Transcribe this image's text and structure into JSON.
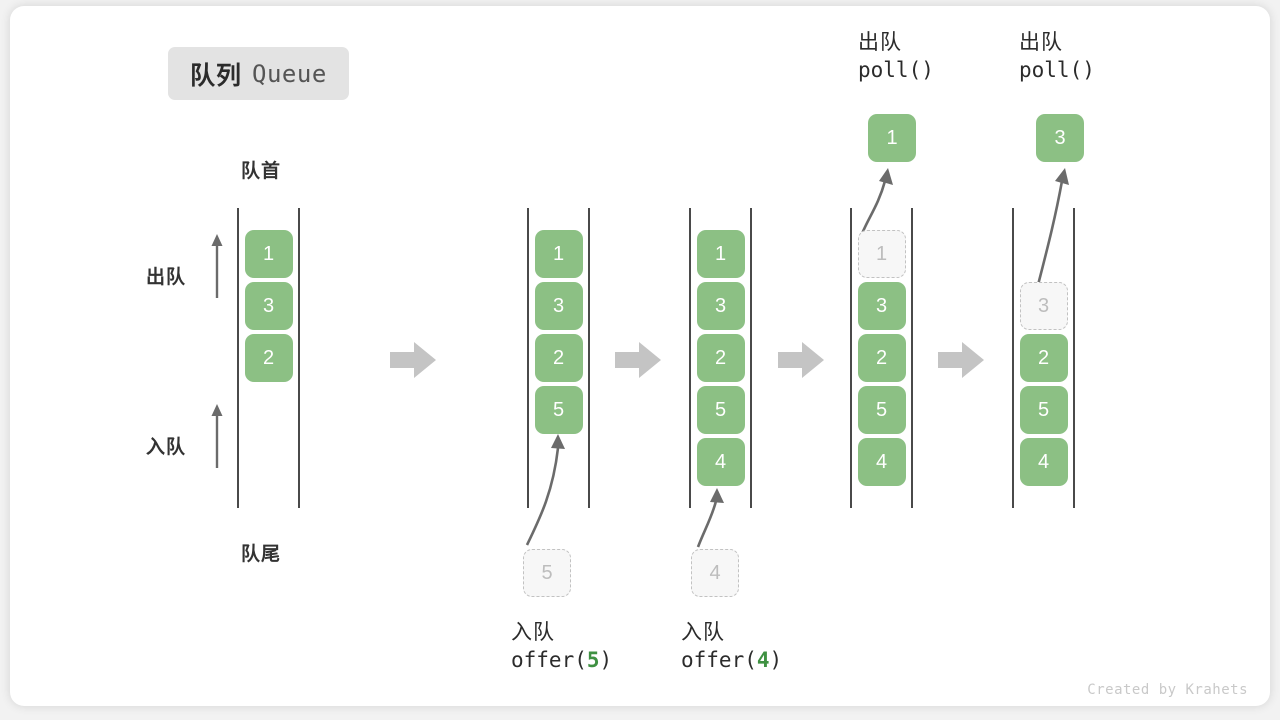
{
  "title": {
    "cn": "队列",
    "en": "Queue"
  },
  "credit": "Created by Krahets",
  "labels": {
    "head": "队首",
    "tail": "队尾",
    "dequeue": "出队",
    "enqueue": "入队"
  },
  "colors": {
    "cell_fill": "#8cc084",
    "cell_text": "#ffffff",
    "ghost_fill": "#f7f7f7",
    "ghost_border": "#c2c2c2",
    "ghost_text": "#bdbdbd",
    "rail": "#4a4a4a",
    "step_arrow": "#c4c4c4",
    "badge_bg": "#e3e3e3",
    "accent_green": "#3f9142",
    "credit": "#c9c9c9"
  },
  "chart_data": {
    "type": "diagram",
    "title": "队列 Queue",
    "description": "Queue operations: offer(5), offer(4), poll(), poll()",
    "stages": [
      {
        "id": "stage-1",
        "cells": [
          "1",
          "3",
          "2"
        ],
        "ghost_index": -1,
        "pending": null,
        "popped": null,
        "caption_cn": null,
        "caption_code": null
      },
      {
        "id": "stage-2",
        "cells": [
          "1",
          "3",
          "2",
          "5"
        ],
        "ghost_index": -1,
        "pending": "5",
        "popped": null,
        "caption_cn": "入队",
        "caption_code": "offer(",
        "caption_arg": "5",
        "caption_close": ")"
      },
      {
        "id": "stage-3",
        "cells": [
          "1",
          "3",
          "2",
          "5",
          "4"
        ],
        "ghost_index": -1,
        "pending": "4",
        "popped": null,
        "caption_cn": "入队",
        "caption_code": "offer(",
        "caption_arg": "4",
        "caption_close": ")"
      },
      {
        "id": "stage-4",
        "cells": [
          "1",
          "3",
          "2",
          "5",
          "4"
        ],
        "ghost_index": 0,
        "pending": null,
        "popped": "1",
        "caption_cn": "出队",
        "caption_code": "poll()",
        "caption_arg": "",
        "caption_close": ""
      },
      {
        "id": "stage-5",
        "cells": [
          "3",
          "2",
          "5",
          "4"
        ],
        "ghost_index": 0,
        "pending": null,
        "popped": "3",
        "caption_cn": "出队",
        "caption_code": "poll()",
        "caption_arg": "",
        "caption_close": ""
      }
    ]
  },
  "stage1": {
    "head_label": "队首",
    "tail_label": "队尾",
    "dequeue_label": "出队",
    "enqueue_label": "入队",
    "cells": [
      "1",
      "3",
      "2"
    ]
  },
  "stage2": {
    "cells": [
      "1",
      "3",
      "2",
      "5"
    ],
    "pending_value": "5",
    "caption_cn": "入队",
    "caption_pre": "offer(",
    "caption_num": "5",
    "caption_post": ")"
  },
  "stage3": {
    "cells": [
      "1",
      "3",
      "2",
      "5",
      "4"
    ],
    "pending_value": "4",
    "caption_cn": "入队",
    "caption_pre": "offer(",
    "caption_num": "4",
    "caption_post": ")"
  },
  "stage4": {
    "ghost_value": "1",
    "cells": [
      "3",
      "2",
      "5",
      "4"
    ],
    "popped_value": "1",
    "caption_cn": "出队",
    "caption_code": "poll()"
  },
  "stage5": {
    "ghost_value": "3",
    "cells": [
      "2",
      "5",
      "4"
    ],
    "popped_value": "3",
    "caption_cn": "出队",
    "caption_code": "poll()"
  }
}
